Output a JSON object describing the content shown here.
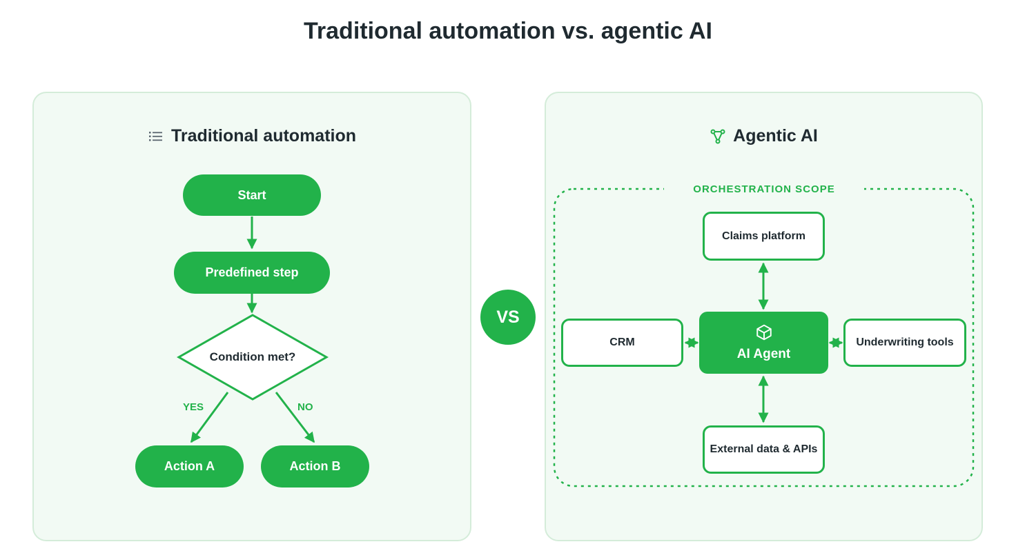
{
  "page": {
    "title": "Traditional automation vs. agentic AI"
  },
  "traditional": {
    "heading": "Traditional automation",
    "icon": "list-icon",
    "nodes": {
      "start": "Start",
      "step": "Predefined step",
      "condition": "Condition met?",
      "action_a": "Action A",
      "action_b": "Action B"
    },
    "branches": {
      "yes": "YES",
      "no": "NO"
    }
  },
  "vs": {
    "label": "VS"
  },
  "agentic": {
    "heading": "Agentic AI",
    "icon": "network-icon",
    "scope_label": "ORCHESTRATION SCOPE",
    "agent": {
      "label": "AI Agent",
      "icon": "cube-icon"
    },
    "nodes": {
      "top": "Claims platform",
      "left": "CRM",
      "right": "Underwriting tools",
      "bottom": "External data & APIs"
    }
  },
  "colors": {
    "accent": "#22b24a",
    "panel_bg": "#f2faf4",
    "panel_border": "#d4ecd9",
    "text": "#1f2a30"
  }
}
